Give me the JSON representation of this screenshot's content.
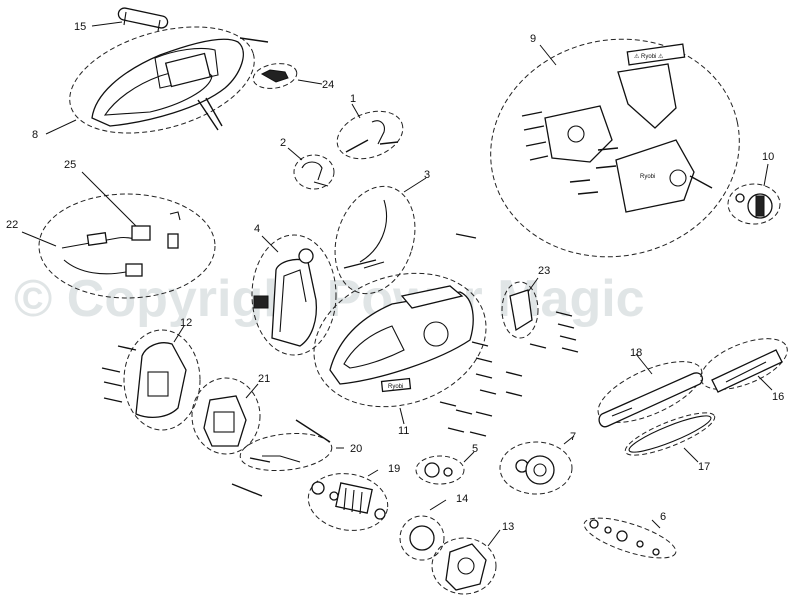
{
  "watermark": "© Copyright Power Magic",
  "brand_label": "Ryobi",
  "warning_label": "⚠ Ryobi ⚠",
  "callouts": {
    "c1": "1",
    "c2": "2",
    "c3": "3",
    "c4": "4",
    "c5": "5",
    "c6": "6",
    "c7": "7",
    "c8": "8",
    "c9": "9",
    "c10": "10",
    "c11": "11",
    "c12": "12",
    "c13": "13",
    "c14": "14",
    "c15": "15",
    "c16": "16",
    "c17": "17",
    "c18": "18",
    "c19": "19",
    "c20": "20",
    "c21": "21",
    "c22": "22",
    "c23": "23",
    "c24": "24",
    "c25": "25"
  }
}
